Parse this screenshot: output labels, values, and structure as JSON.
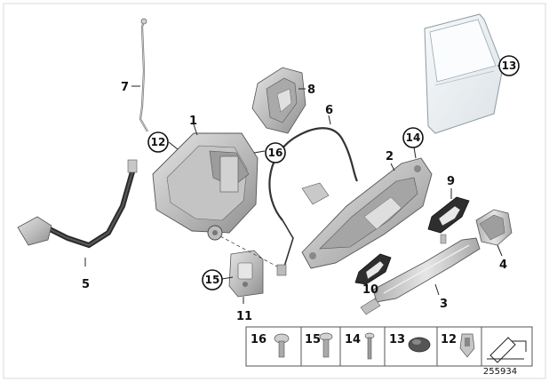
{
  "callouts": {
    "c1": "1",
    "c2": "2",
    "c3": "3",
    "c4": "4",
    "c5": "5",
    "c6": "6",
    "c7": "7",
    "c8": "8",
    "c9": "9",
    "c10": "10",
    "c11": "11",
    "c12": "12",
    "c13": "13",
    "c14": "14",
    "c15": "15",
    "c16": "16"
  },
  "legend": {
    "items": [
      {
        "label": "16"
      },
      {
        "label": "15"
      },
      {
        "label": "14"
      },
      {
        "label": "13"
      },
      {
        "label": "12"
      }
    ]
  },
  "reference_number": "255934",
  "colors": {
    "part_fill": "#cfcfcf",
    "part_dark": "#9a9a9a",
    "door_fill": "#eef1f3",
    "line": "#222222"
  }
}
